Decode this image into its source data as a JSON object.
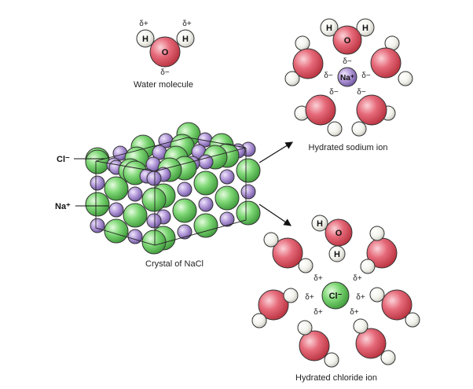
{
  "water": {
    "o": "O",
    "h": "H",
    "delta_plus": "δ+",
    "delta_minus": "δ−",
    "caption": "Water molecule"
  },
  "crystal": {
    "caption": "Crystal of NaCl",
    "cl_label": "Cl⁻",
    "na_label": "Na⁺"
  },
  "sodium": {
    "ion": "Na⁺",
    "caption": "Hydrated sodium ion",
    "delta_minus": "δ−"
  },
  "chloride": {
    "ion": "Cl⁻",
    "caption": "Hydrated chloride ion",
    "delta_plus": "δ+"
  },
  "colors": {
    "oxygen": "#e2566a",
    "hydrogen": "#f3f3ee",
    "chloride": "#6fce6a",
    "sodium": "#a98bd0",
    "outline": "#333333"
  }
}
